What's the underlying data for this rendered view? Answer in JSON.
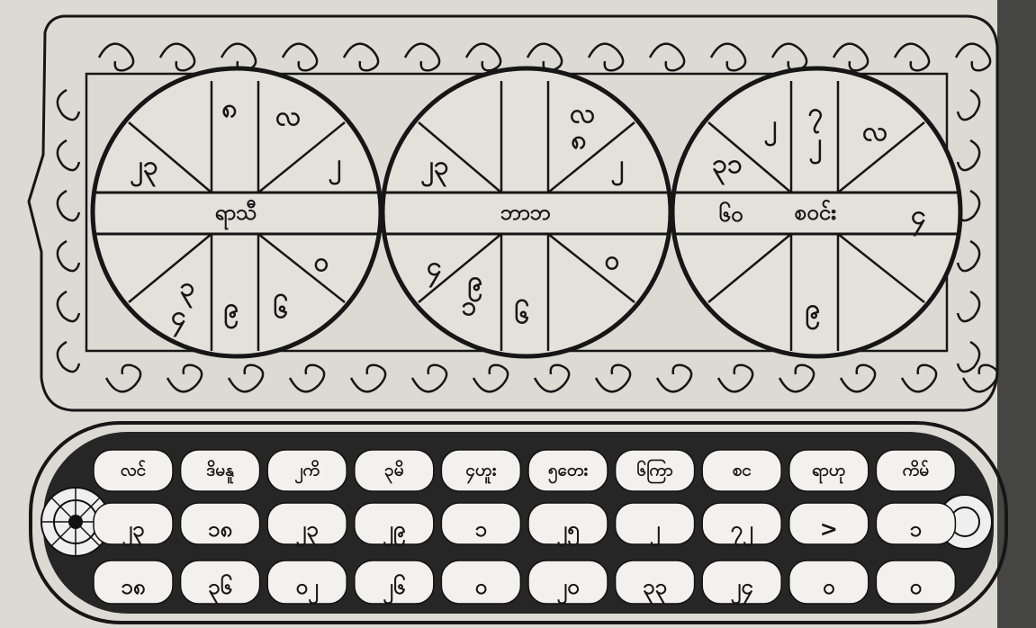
{
  "colors": {
    "paper": "#dddad4",
    "ink": "#161616"
  },
  "wheels": [
    {
      "name": "ရာသီ",
      "upper_left": "၂၃",
      "upper_top": "၈",
      "upper_right_top": "လ",
      "upper_right": "၂",
      "lower_left": "၃",
      "lower_left_2": "၄",
      "lower_mid_left": "၉",
      "lower_mid_right": "၆",
      "lower_right": "ဝ"
    },
    {
      "name": "ဘာဘ",
      "upper_left": "၂၃",
      "upper_right_top": "လ",
      "upper_right_mid": "၈",
      "upper_right": "၂",
      "lower_left": "၄",
      "lower_mid_left": "၉",
      "lower_mid_left_2": "၁",
      "lower_mid": "၆",
      "lower_right": "ဝ"
    },
    {
      "name": "စဝင်း",
      "upper_left": "၃၁",
      "upper_mid": "၂",
      "upper_mid_2": "၇",
      "upper_mid_3": "၂",
      "upper_right_top": "လ",
      "left_label": "၆၀",
      "right_label": "၄",
      "lower_mid": "၉"
    }
  ],
  "table": {
    "headers": [
      "လင်",
      "ဒိမနူ",
      "၂ကိ",
      "၃မိ",
      "၄ဟူး",
      "၅တေး",
      "၆ကြာ",
      "စင",
      "ရာဟု",
      "ကိမ်"
    ],
    "row1": [
      "၂၃",
      "၁၈",
      "၂၃",
      "၂၉",
      "၁",
      "၂၅",
      "၂",
      "၇၂",
      ">",
      "၁"
    ],
    "row2": [
      "၁၈",
      "၃၆",
      "၀၂",
      "၂၆",
      "၀",
      "၂၀",
      "၃၃",
      "၂၄",
      "၀",
      "၀"
    ]
  }
}
